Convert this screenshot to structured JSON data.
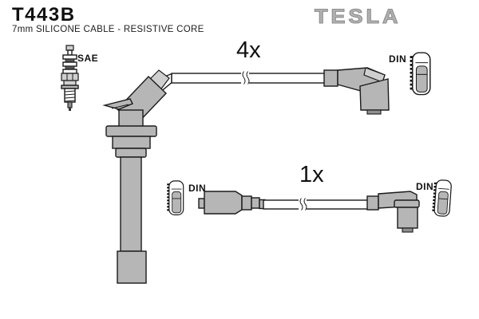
{
  "header": {
    "part_number": "T443B",
    "subtitle": "7mm SILICONE CABLE - RESISTIVE CORE",
    "brand": "TESLA"
  },
  "diagram": {
    "kit_items": [
      {
        "quantity_label": "4x",
        "left_end_label": "SAE",
        "right_end_label": "DIN"
      },
      {
        "quantity_label": "1x",
        "left_end_label": "DIN",
        "right_end_label": "DIN"
      }
    ],
    "labels": {
      "sae": "SAE",
      "qty_top": "4x",
      "qty_bottom": "1x",
      "din_top": "DIN",
      "din_bottom_left": "DIN",
      "din_bottom_right": "DIN"
    },
    "colors": {
      "boot_fill": "#b6b6b6",
      "boot_fill_light": "#cfcfcf",
      "outline": "#1a1a1a",
      "brand_gray": "#a6a6a6",
      "background": "#ffffff"
    }
  }
}
